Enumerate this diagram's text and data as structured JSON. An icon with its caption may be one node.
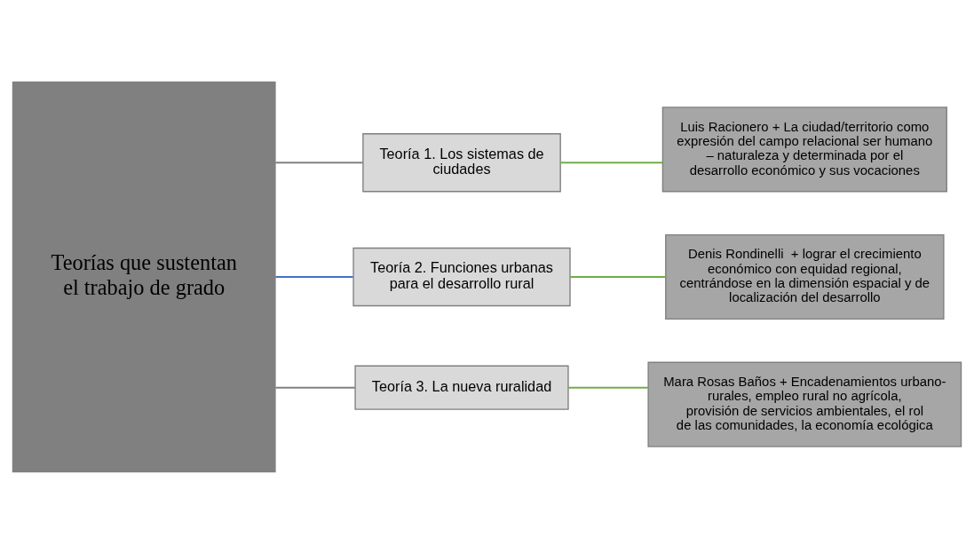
{
  "diagram": {
    "nodes": [
      {
        "text": [
          "Teorías que sustentan el trabajo de grado"
        ]
      },
      {
        "text": [
          "Teoría 1. Los sistemas de ciudades"
        ]
      },
      {
        "text": [
          "Teoría 2. Funciones urbanas para el desarrollo rural"
        ]
      },
      {
        "text": [
          "Teoría 3. La nueva ruralidad"
        ]
      },
      {
        "text": [
          "Luis Racionero + La ciudad/territorio como expresión del campo relacional ser humano – naturaleza y determinada por el desarrollo económico y sus vocaciones"
        ]
      },
      {
        "text": [
          "Denis Rondinelli  + lograr el crecimiento económico con equidad regional, centrándose en la dimensión espacial y de localización del desarrollo"
        ]
      },
      {
        "text": [
          "Mara Rosas Baños + Encadenamientos urbano-rurales, empleo rural no agrícola, provisión de servicios ambientales, el rol de las comunidades, la economía ecológica"
        ]
      }
    ],
    "edges": [
      {
        "from": 0,
        "to": 1,
        "arrow": "none",
        "color": "#808080"
      },
      {
        "from": 0,
        "to": 2,
        "arrow": "none",
        "color": "#4472c4"
      },
      {
        "from": 0,
        "to": 3,
        "arrow": "none",
        "color": "#808080"
      },
      {
        "from": 1,
        "to": 4,
        "arrow": "none",
        "color": "#70ad47"
      },
      {
        "from": 2,
        "to": 5,
        "arrow": "none",
        "color": "#70ad47"
      },
      {
        "from": 3,
        "to": 6,
        "arrow": "none",
        "color": "#70ad47"
      }
    ]
  }
}
